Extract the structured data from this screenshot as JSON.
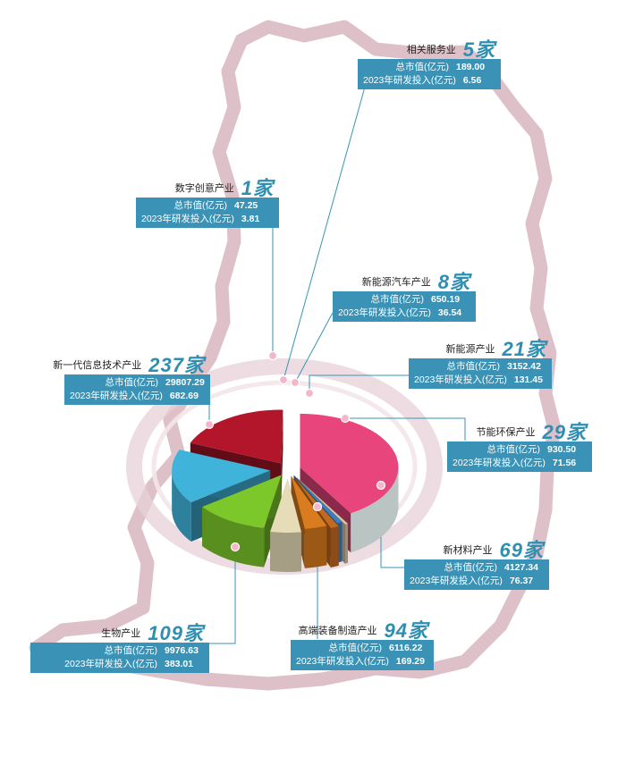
{
  "chart_data": {
    "type": "pie",
    "unit_label": "家",
    "metric_labels": [
      "总市值(亿元)",
      "2023年研发投入(亿元)"
    ],
    "slices": [
      {
        "name": "新一代信息技术产业",
        "count": "237",
        "market_value": "29807.29",
        "rd_2023": "682.69",
        "color": "#e8457d"
      },
      {
        "name": "数字创意产业",
        "count": "1",
        "market_value": "47.25",
        "rd_2023": "3.81",
        "color": "#d9c7a8"
      },
      {
        "name": "相关服务业",
        "count": "5",
        "market_value": "189.00",
        "rd_2023": "6.56",
        "color": "#3a7fc2"
      },
      {
        "name": "新能源汽车产业",
        "count": "8",
        "market_value": "650.19",
        "rd_2023": "36.54",
        "color": "#c46a1e"
      },
      {
        "name": "新能源产业",
        "count": "21",
        "market_value": "3152.42",
        "rd_2023": "131.45",
        "color": "#d97b1f"
      },
      {
        "name": "节能环保产业",
        "count": "29",
        "market_value": "930.50",
        "rd_2023": "71.56",
        "color": "#e6dcb8"
      },
      {
        "name": "新材料产业",
        "count": "69",
        "market_value": "4127.34",
        "rd_2023": "76.37",
        "color": "#7cc729"
      },
      {
        "name": "高端装备制造产业",
        "count": "94",
        "market_value": "6116.22",
        "rd_2023": "169.29",
        "color": "#3fb3d9"
      },
      {
        "name": "生物产业",
        "count": "109",
        "market_value": "9976.63",
        "rd_2023": "383.01",
        "color": "#b3162b"
      }
    ]
  }
}
